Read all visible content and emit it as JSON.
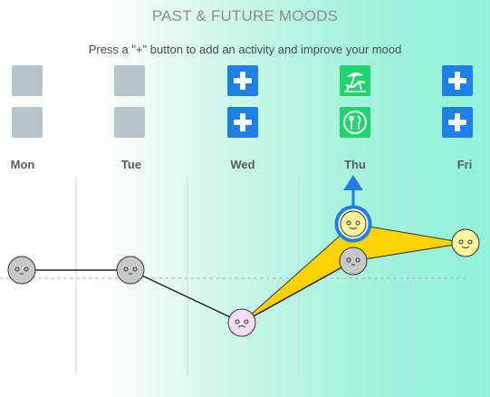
{
  "header": {
    "title": "PAST & FUTURE MOODS",
    "subtitle": "Press a \"+\" button to add an activity and improve your mood"
  },
  "days": [
    {
      "label": "Mon",
      "slots": [
        "empty",
        "empty"
      ]
    },
    {
      "label": "Tue",
      "slots": [
        "empty",
        "empty"
      ]
    },
    {
      "label": "Wed",
      "slots": [
        "add-activity-button",
        "add-activity-button"
      ]
    },
    {
      "label": "Thu",
      "slots": [
        "beach-lounger-icon",
        "restaurant-icon"
      ]
    },
    {
      "label": "Fri",
      "slots": [
        "add-activity-button",
        "add-activity-button"
      ]
    }
  ],
  "moods": [
    {
      "day": "Mon",
      "face": "neutral",
      "color": "#c8c8c8"
    },
    {
      "day": "Tue",
      "face": "neutral",
      "color": "#c8c8c8"
    },
    {
      "day": "Wed",
      "face": "sad",
      "color": "#f5dcf7"
    },
    {
      "day": "Thu",
      "face": "neutral",
      "color": "#c8c8c8"
    },
    {
      "day": "Thu",
      "face": "happy",
      "color": "#fff59c",
      "selected": true
    },
    {
      "day": "Fri",
      "face": "happy",
      "color": "#fff59c"
    }
  ],
  "colors": {
    "improvement_fill": "#ffd200",
    "selection_blue": "#1f7fe6",
    "plus_button": "#1f7fe6",
    "activity_green": "#1ed66c",
    "empty_slot": "#b8c4cc"
  }
}
